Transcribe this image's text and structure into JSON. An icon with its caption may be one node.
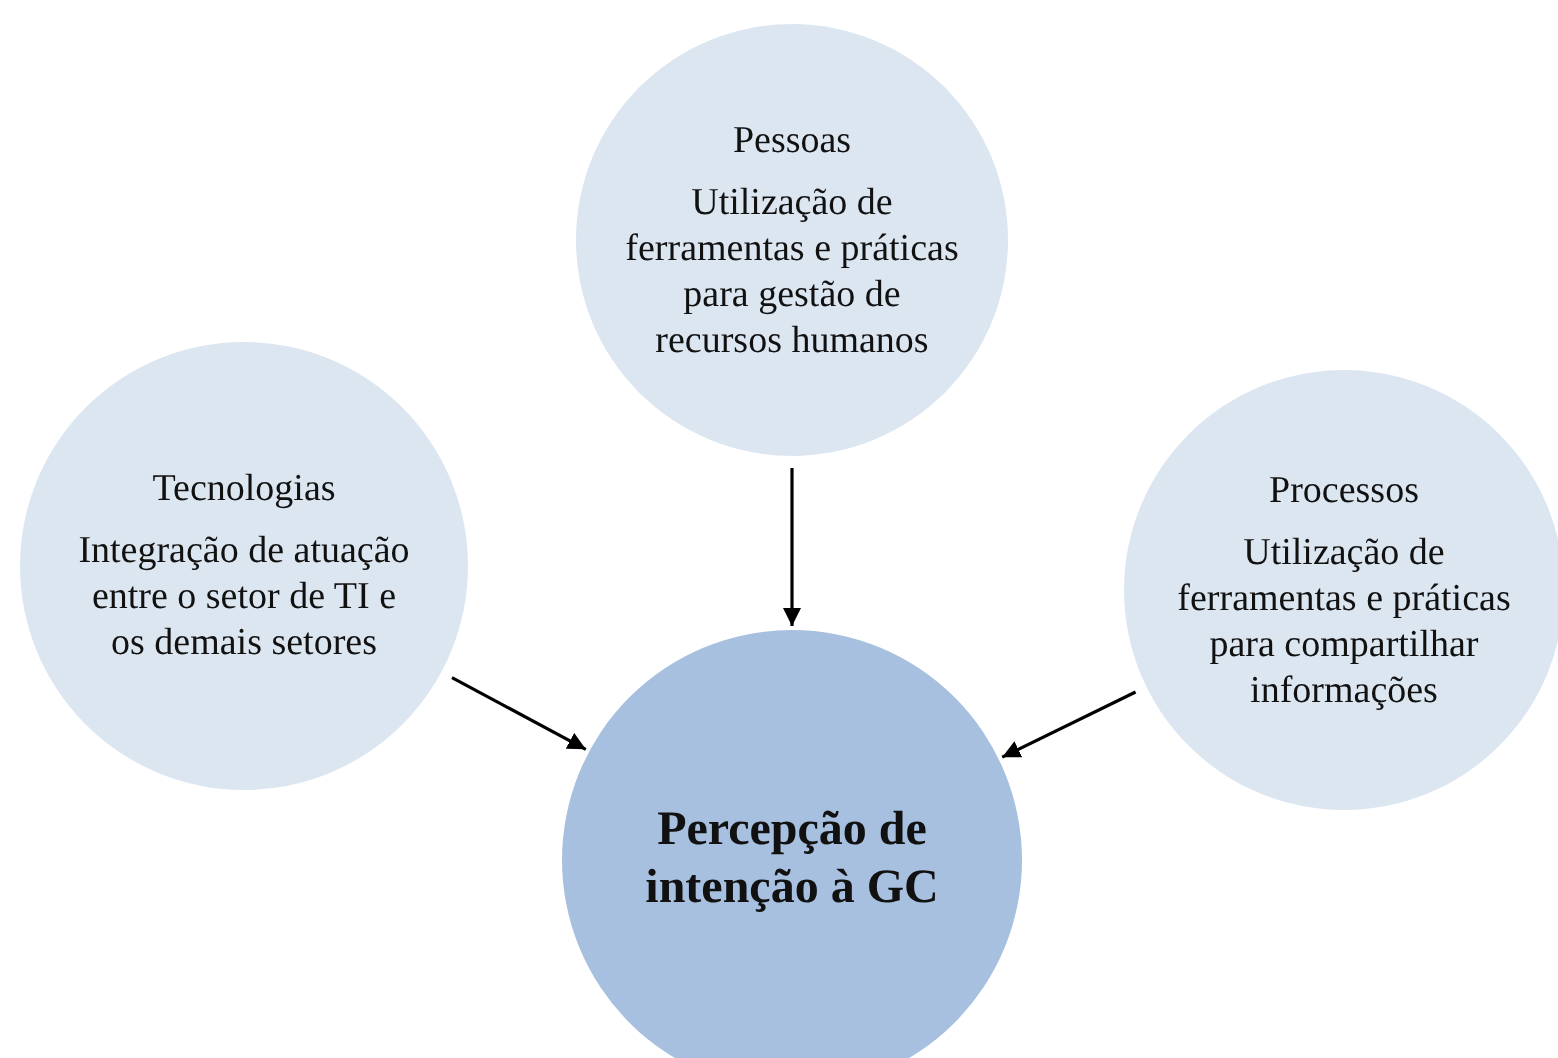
{
  "diagram": {
    "nodes": [
      {
        "text": [
          "Pessoas",
          "Utilização de ferramentas e práticas para gestão de recursos humanos"
        ]
      },
      {
        "text": [
          "Tecnologias",
          "Integração de atuação entre o setor de TI e os demais setores"
        ]
      },
      {
        "text": [
          "Processos",
          "Utilização de ferramentas e práticas para compartilhar informações"
        ]
      },
      {
        "text": [
          "Percepção de intenção à GC"
        ]
      }
    ],
    "edges": [
      {
        "from": 0,
        "to": 3,
        "arrow": "to"
      },
      {
        "from": 1,
        "to": 3,
        "arrow": "to"
      },
      {
        "from": 2,
        "to": 3,
        "arrow": "to"
      }
    ]
  }
}
